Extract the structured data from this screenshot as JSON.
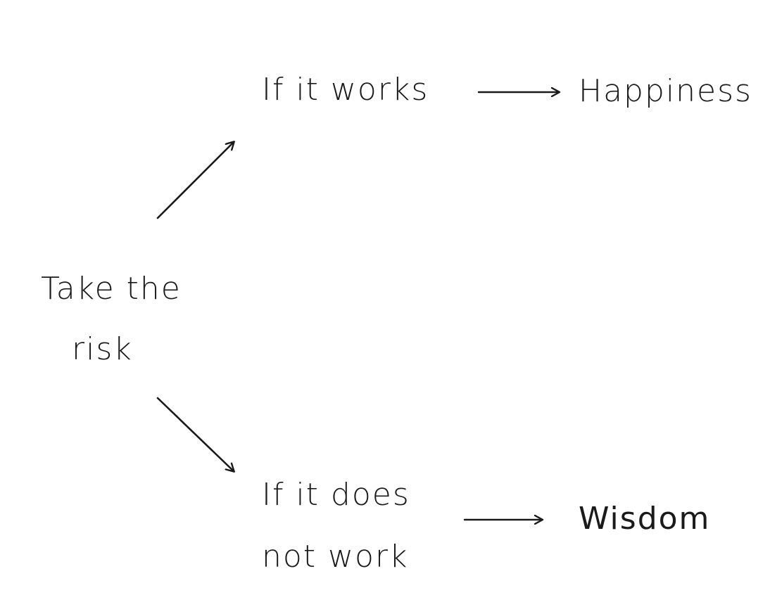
{
  "diagram": {
    "start": {
      "line1": "Take the",
      "line2": "risk"
    },
    "branch_yes": {
      "label": "If it works",
      "outcome": "Happiness"
    },
    "branch_no": {
      "label_line1": "If it does",
      "label_line2": "not work",
      "outcome": "Wisdom"
    },
    "colors": {
      "ink": "#1a1a1a",
      "background": "#ffffff"
    }
  }
}
